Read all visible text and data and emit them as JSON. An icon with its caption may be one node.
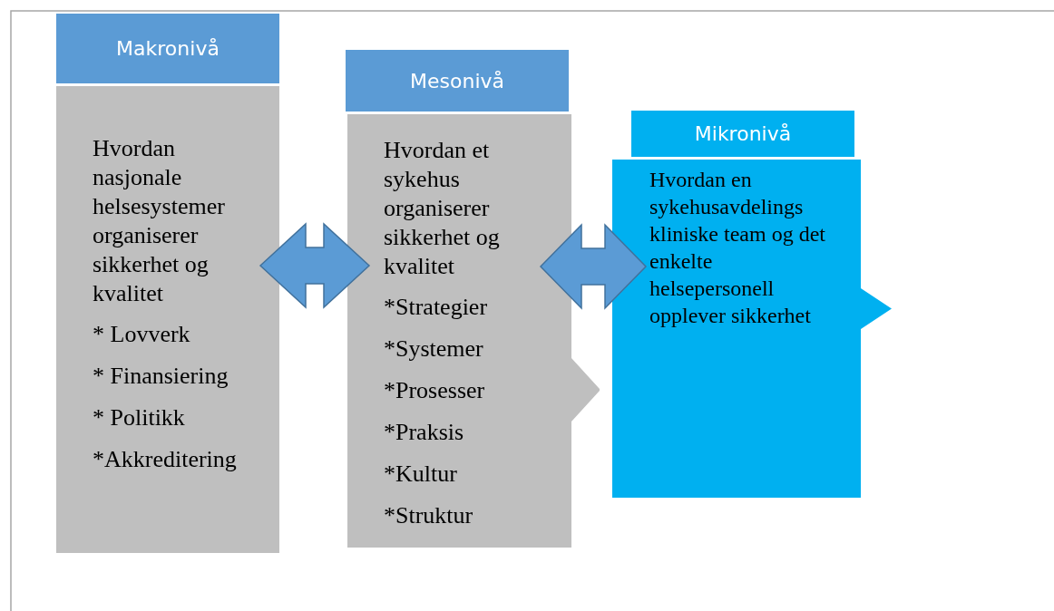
{
  "diagram": {
    "nodes": [
      {
        "text": [
          "Makronivå",
          "Hvordan nasjonale helsesystemer organiserer sikkerhet og kvalitet",
          "* Lovverk",
          "* Finansiering",
          "* Politikk",
          "*Akkreditering"
        ]
      },
      {
        "text": [
          "Mesonivå",
          "Hvordan et sykehus organiserer sikkerhet og kvalitet",
          "*Strategier",
          "*Systemer",
          "*Prosesser",
          "*Praksis",
          "*Kultur",
          "*Struktur"
        ]
      },
      {
        "text": [
          "Mikronivå",
          "Hvordan en sykehusavdelings kliniske team og det enkelte helsepersonell opplever sikkerhet"
        ]
      }
    ],
    "edges": [
      {
        "from": 0,
        "to": 1,
        "arrow": "both"
      },
      {
        "from": 1,
        "to": 2,
        "arrow": "both"
      }
    ]
  }
}
